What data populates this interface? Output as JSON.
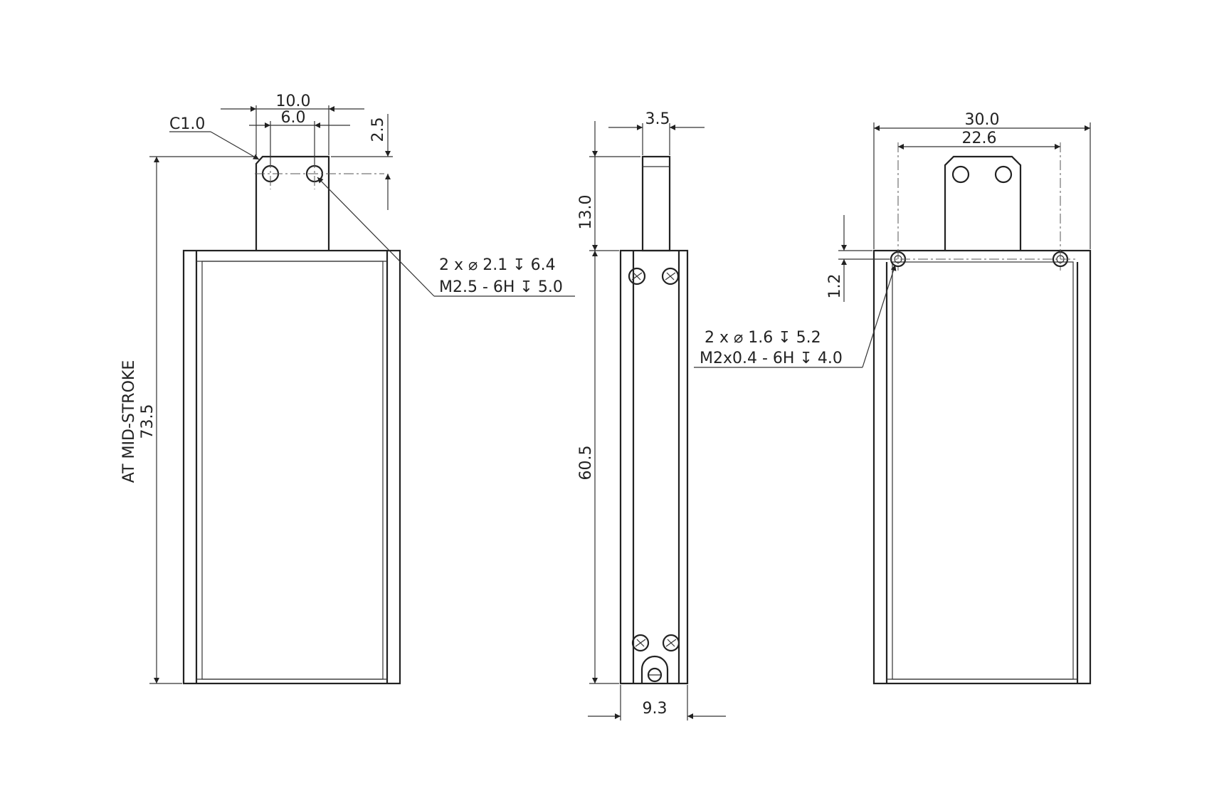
{
  "views": {
    "front": {
      "dim_tab_width": "10.0",
      "dim_hole_spacing": "6.0",
      "dim_hole_offset": "2.5",
      "chamfer": "C1.0",
      "dim_height": "73.5",
      "height_note": "AT MID-STROKE",
      "hole_note_line1": "2 x ⌀ 2.1 ↧ 6.4",
      "hole_note_line2": "M2.5 - 6H ↧ 5.0"
    },
    "side": {
      "dim_tab_thickness": "3.5",
      "dim_tab_length": "13.0",
      "dim_body_length": "60.5",
      "dim_body_depth": "9.3"
    },
    "back": {
      "dim_width": "30.0",
      "dim_hole_spacing": "22.6",
      "dim_hole_offset": "1.2",
      "hole_note_line1": "2 x ⌀ 1.6 ↧ 5.2",
      "hole_note_line2": "M2x0.4 - 6H ↧ 4.0"
    }
  },
  "colors": {
    "line": "#222222",
    "background": "#ffffff"
  }
}
